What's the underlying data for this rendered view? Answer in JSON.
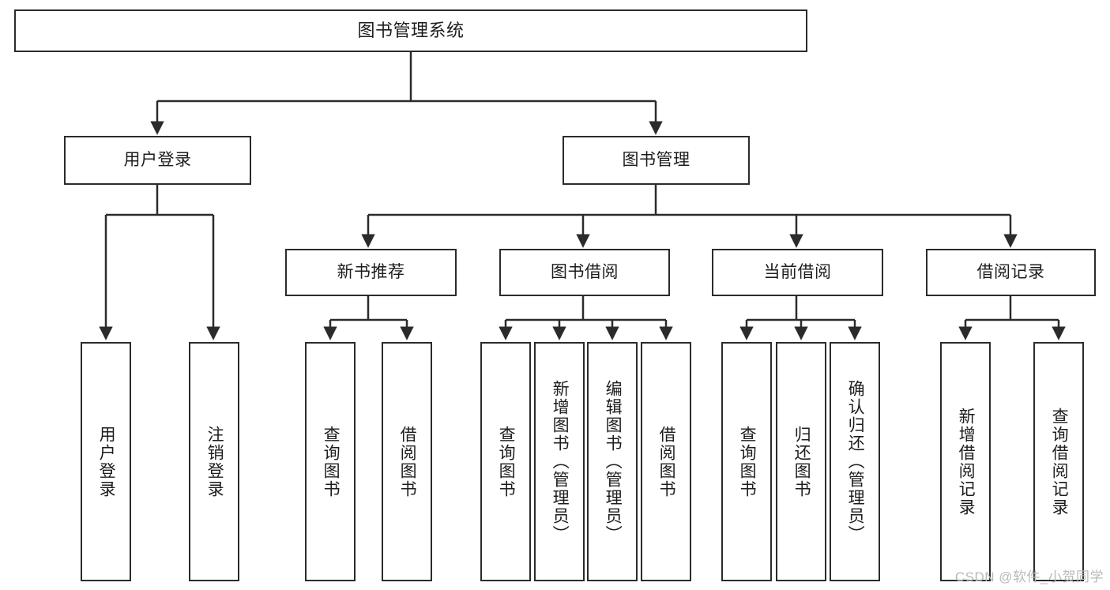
{
  "diagram": {
    "type": "tree",
    "title": "图书管理系统",
    "watermark": "CSDN @软件_小贺同学",
    "stroke_color": "#2b2b2b",
    "fill_color": "#ffffff",
    "text_color": "#1d1d1d",
    "watermark_color": "#b9b9b9"
  },
  "nodes": {
    "root": {
      "label": "图书管理系统"
    },
    "level2": [
      {
        "id": "user-login",
        "label": "用户登录"
      },
      {
        "id": "book-manage",
        "label": "图书管理"
      }
    ],
    "level3": [
      {
        "id": "new-book-recommend",
        "label": "新书推荐"
      },
      {
        "id": "book-borrow",
        "label": "图书借阅"
      },
      {
        "id": "current-borrow",
        "label": "当前借阅"
      },
      {
        "id": "borrow-record",
        "label": "借阅记录"
      }
    ],
    "leaves": {
      "user_login": [
        {
          "id": "leaf-user-login",
          "label": "用户登录"
        },
        {
          "id": "leaf-user-logout",
          "label": "注销登录"
        }
      ],
      "new_book_recommend": [
        {
          "id": "leaf-query-book-1",
          "label": "查询图书"
        },
        {
          "id": "leaf-borrow-book-1",
          "label": "借阅图书"
        }
      ],
      "book_borrow": [
        {
          "id": "leaf-query-book-2",
          "label": "查询图书"
        },
        {
          "id": "leaf-add-book",
          "label": "新增图书（管理员）"
        },
        {
          "id": "leaf-edit-book",
          "label": "编辑图书（管理员）"
        },
        {
          "id": "leaf-borrow-book-2",
          "label": "借阅图书"
        }
      ],
      "current_borrow": [
        {
          "id": "leaf-query-book-3",
          "label": "查询图书"
        },
        {
          "id": "leaf-return-book",
          "label": "归还图书"
        },
        {
          "id": "leaf-confirm-return",
          "label": "确认归还（管理员）"
        }
      ],
      "borrow_record": [
        {
          "id": "leaf-add-record",
          "label": "新增借阅记录"
        },
        {
          "id": "leaf-query-record",
          "label": "查询借阅记录"
        }
      ]
    }
  }
}
